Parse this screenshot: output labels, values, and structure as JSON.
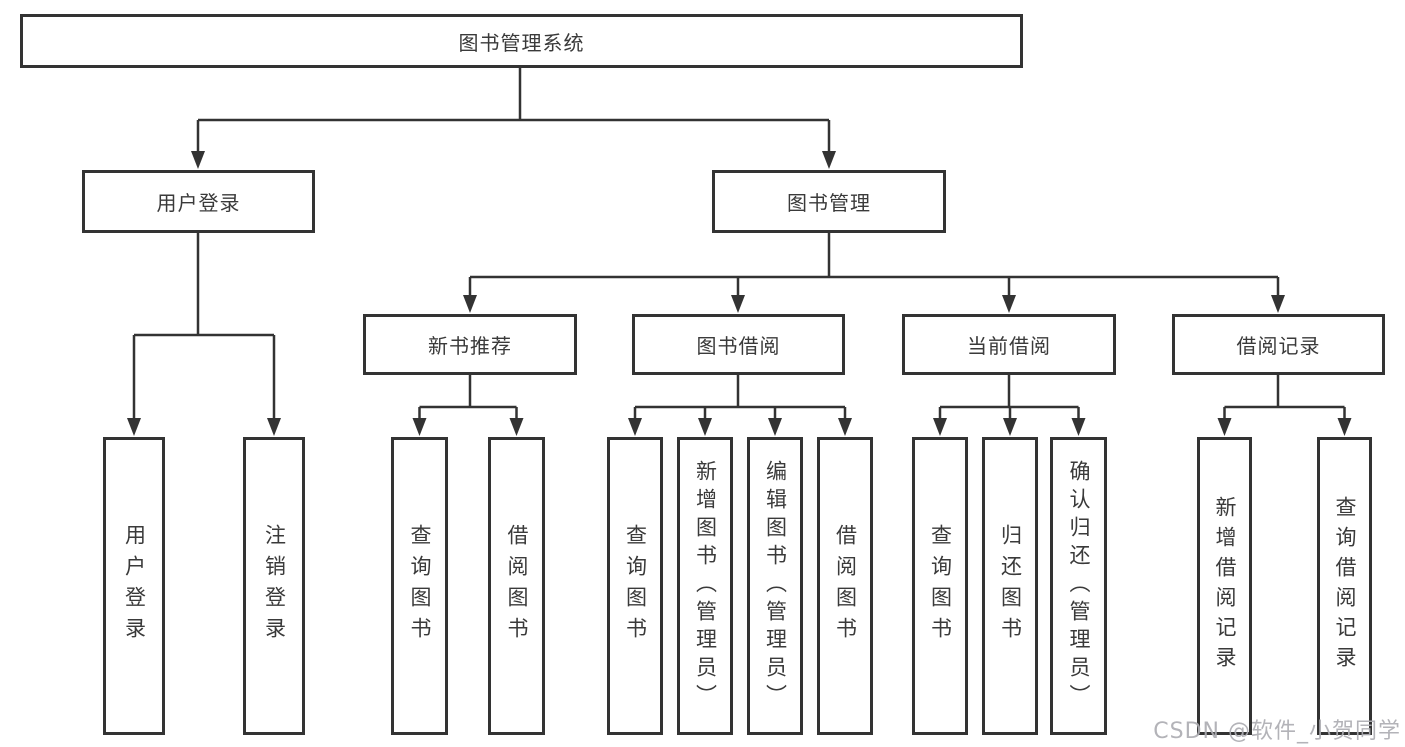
{
  "nodes": {
    "root": "图书管理系统",
    "user_login": "用户登录",
    "book_management": "图书管理",
    "new_book_recommend": "新书推荐",
    "book_borrow": "图书借阅",
    "current_borrow": "当前借阅",
    "borrow_records": "借阅记录",
    "leaf_user_login": "用户登录",
    "leaf_logout": "注销登录",
    "nbr_query_books": "查询图书",
    "nbr_borrow_books": "借阅图书",
    "bb_query_books": "查询图书",
    "bb_add_books": "新增图书（管理员）",
    "bb_edit_books": "编辑图书（管理员）",
    "bb_borrow_books": "借阅图书",
    "cb_query_books": "查询图书",
    "cb_return_books": "归还图书",
    "cb_confirm_return": "确认归还（管理员）",
    "br_add_record": "新增借阅记录",
    "br_query_record": "查询借阅记录"
  },
  "watermark": "CSDN @软件_小贺同学",
  "colors": {
    "line": "#333333",
    "border": "#333333",
    "text": "#3a3a3a",
    "background": "#ffffff",
    "watermark": "#acacb2"
  }
}
